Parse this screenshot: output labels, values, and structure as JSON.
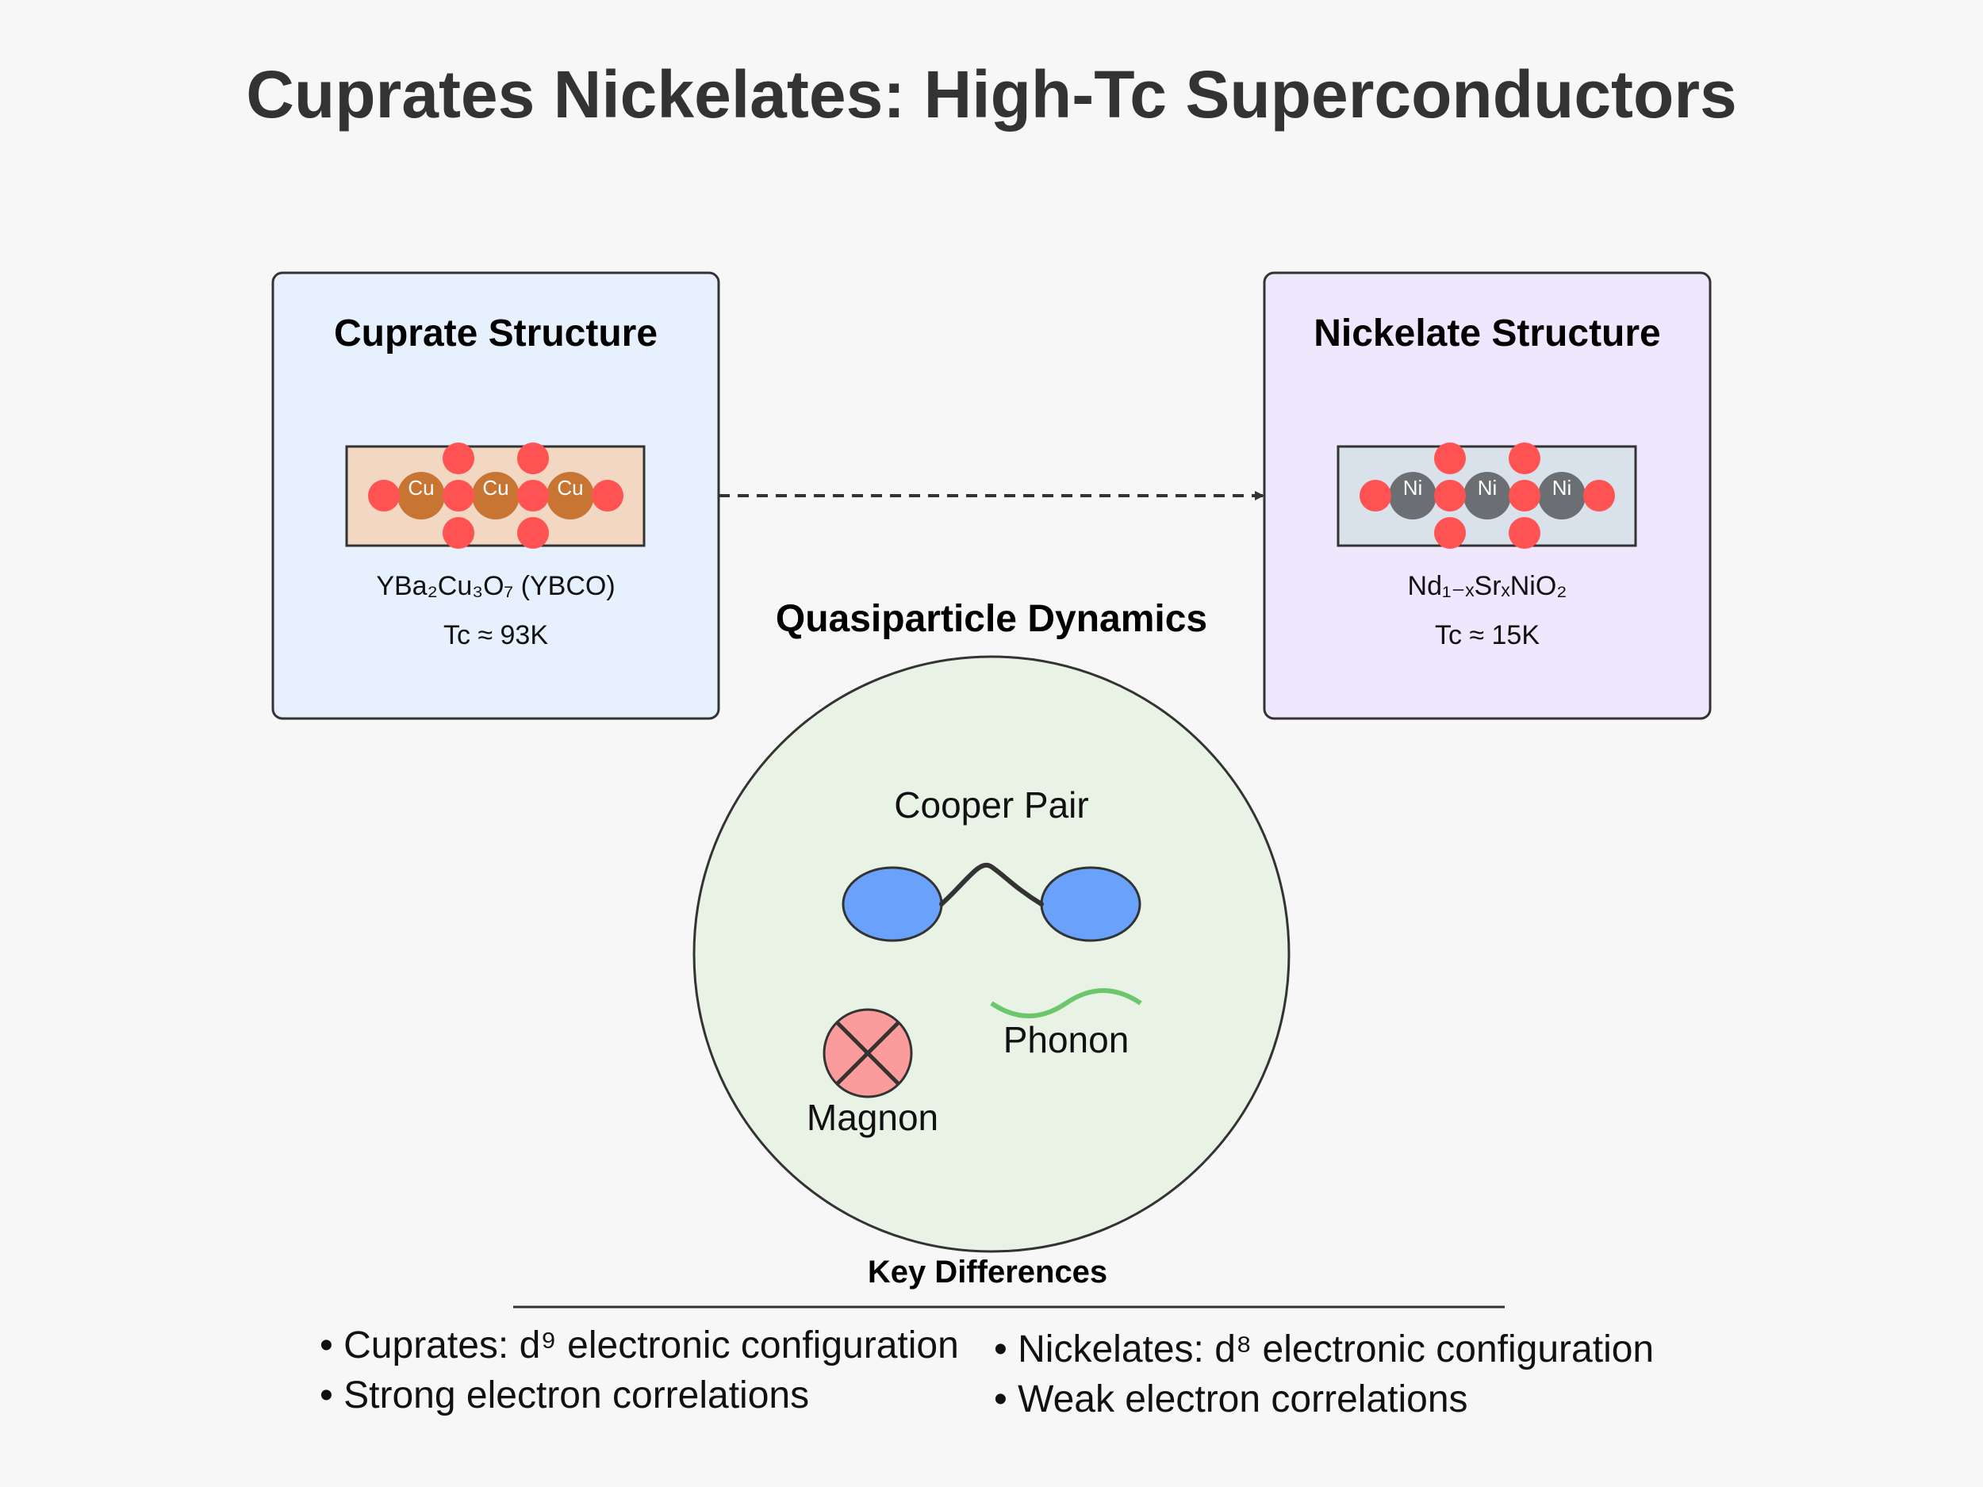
{
  "title": "Cuprates Nickelates: High-Tc Superconductors",
  "cuprate": {
    "heading": "Cuprate Structure",
    "atom_label": "Cu",
    "formula": "YBa₂Cu₃O₇ (YBCO)",
    "tc": "Tc ≈ 93K",
    "panel_color": "#e6f1fd",
    "strip_color": "#f2d7c2",
    "metal_color": "#c87533"
  },
  "nickelate": {
    "heading": "Nickelate Structure",
    "atom_label": "Ni",
    "formula": "Nd₁₋ₓSrₓNiO₂",
    "tc": "Tc ≈ 15K",
    "panel_color": "#efe7fd",
    "strip_color": "#d9e2eb",
    "metal_color": "#6b6e73"
  },
  "oxygen_color": "#ff5252",
  "quasiparticle": {
    "heading": "Quasiparticle Dynamics",
    "cooper_pair": "Cooper Pair",
    "phonon": "Phonon",
    "magnon": "Magnon",
    "circle_color": "#e8f3e6",
    "electron_color": "#6aa1fb",
    "phonon_color": "#6cc66c",
    "magnon_color": "#fb9b9b"
  },
  "key_differences": {
    "heading": "Key Differences",
    "left": [
      "• Cuprates: d⁹ electronic configuration",
      "• Strong electron correlations"
    ],
    "right": [
      "• Nickelates: d⁸ electronic configuration",
      "• Weak electron correlations"
    ]
  }
}
